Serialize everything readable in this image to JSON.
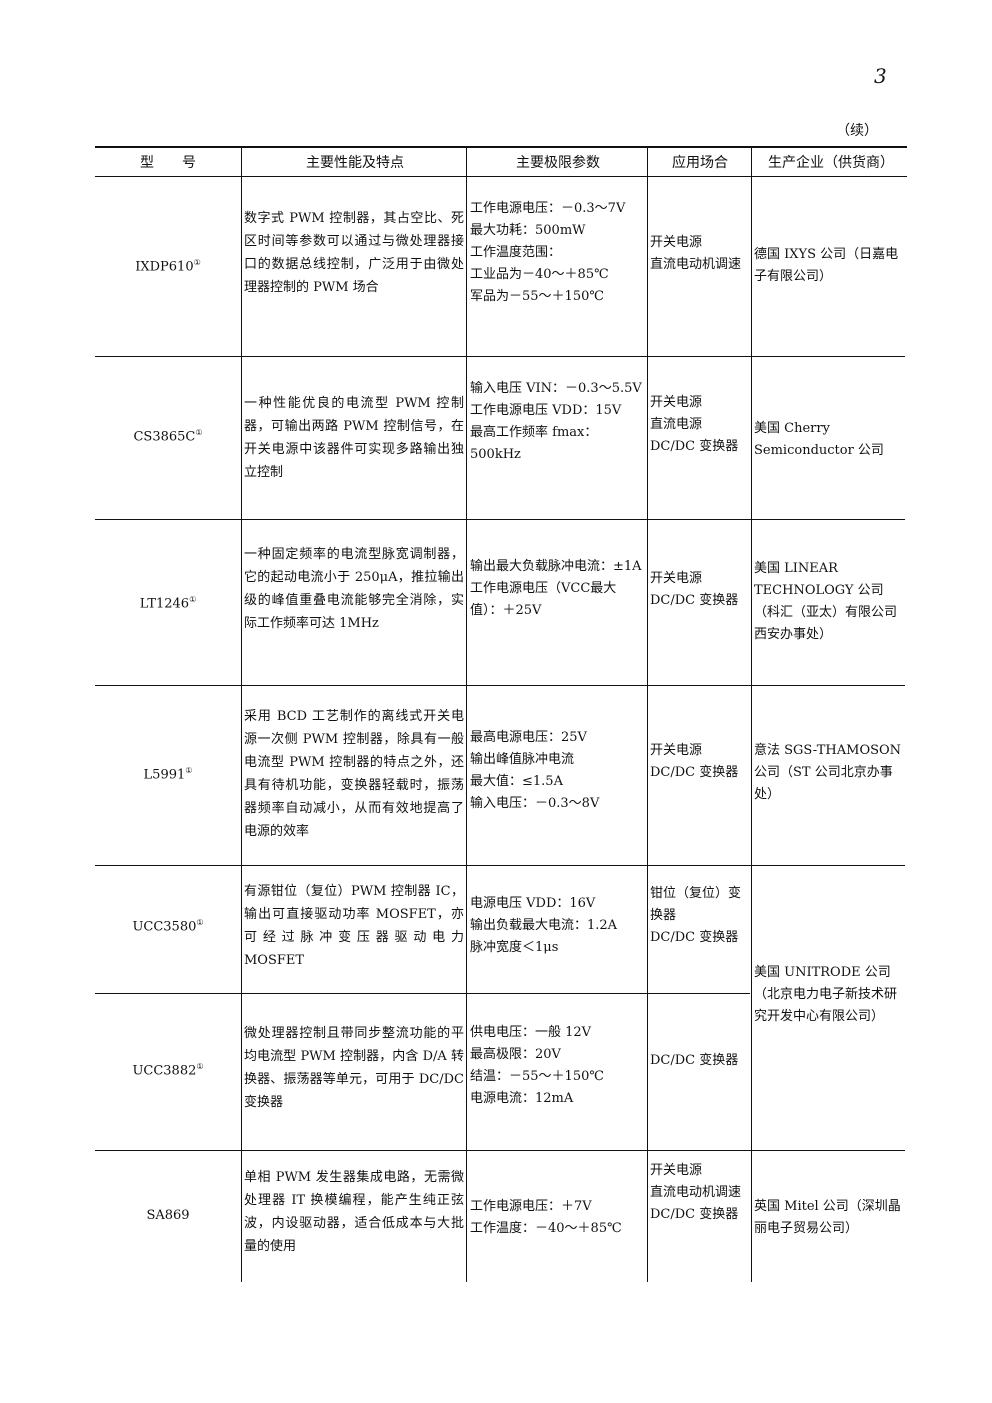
{
  "page_number": "3",
  "continuation": "（续）",
  "headers": {
    "model": "型　　号",
    "features": "主要性能及特点",
    "params": "主要极限参数",
    "application": "应用场合",
    "manufacturer": "生产企业（供货商）"
  },
  "rows": [
    {
      "model": "IXDP610",
      "note": "①",
      "features": "数字式 PWM 控制器，其占空比、死区时间等参数可以通过与微处理器接口的数据总线控制，广泛用于由微处理器控制的 PWM 场合",
      "params": [
        "工作电源电压：－0.3～7V",
        "最大功耗：500mW",
        "工作温度范围：",
        "工业品为－40～＋85℃",
        "军品为－55～＋150℃"
      ],
      "application": [
        "开关电源",
        "直流电动机调速"
      ],
      "manufacturer": "德国 IXYS 公司（日嘉电子有限公司）"
    },
    {
      "model": "CS3865C",
      "note": "①",
      "features": "一种性能优良的电流型 PWM 控制器，可输出两路 PWM 控制信号，在开关电源中该器件可实现多路输出独立控制",
      "params": [
        "输入电压 VIN：－0.3～5.5V",
        "工作电源电压 VDD：15V",
        "最高工作频率 fmax：500kHz"
      ],
      "application": [
        "开关电源",
        "直流电源",
        "DC/DC 变换器"
      ],
      "manufacturer": "美国 Cherry Semiconductor 公司"
    },
    {
      "model": "LT1246",
      "note": "①",
      "features": "一种固定频率的电流型脉宽调制器，它的起动电流小于 250μA，推拉输出级的峰值重叠电流能够完全消除，实际工作频率可达 1MHz",
      "params": [
        "输出最大负载脉冲电流：±1A",
        "工作电源电压（VCC最大值）：＋25V"
      ],
      "application": [
        "开关电源",
        "DC/DC 变换器"
      ],
      "manufacturer": "美国 LINEAR TECHNOLOGY 公司（科汇（亚太）有限公司西安办事处）"
    },
    {
      "model": "L5991",
      "note": "①",
      "features": "采用 BCD 工艺制作的离线式开关电源一次侧 PWM 控制器，除具有一般电流型 PWM 控制器的特点之外，还具有待机功能，变换器轻载时，振荡器频率自动减小，从而有效地提高了电源的效率",
      "params": [
        "最高电源电压：25V",
        "输出峰值脉冲电流",
        "最大值：≤1.5A",
        "输入电压：－0.3～8V"
      ],
      "application": [
        "开关电源",
        "DC/DC 变换器"
      ],
      "manufacturer": "意法 SGS-THAMOSON 公司（ST 公司北京办事处）"
    },
    {
      "model": "UCC3580",
      "note": "①",
      "features": "有源钳位（复位）PWM 控制器 IC，输出可直接驱动功率 MOSFET，亦可经过脉冲变压器驱动电力 MOSFET",
      "params": [
        "电源电压 VDD：16V",
        "输出负载最大电流：1.2A",
        "脉冲宽度＜1μs"
      ],
      "application": [
        "钳位（复位）变换器",
        "DC/DC 变换器"
      ]
    },
    {
      "model": "UCC3882",
      "note": "①",
      "features": "微处理器控制且带同步整流功能的平均电流型 PWM 控制器，内含 D/A 转换器、振荡器等单元，可用于 DC/DC 变换器",
      "params": [
        "供电电压：一般 12V",
        "最高极限：20V",
        "结温：－55～＋150℃",
        "电源电流：12mA"
      ],
      "application": [
        "DC/DC 变换器"
      ]
    },
    {
      "model": "SA869",
      "note": "",
      "features": "单相 PWM 发生器集成电路，无需微处理器 IT 换模编程，能产生纯正弦波，内设驱动器，适合低成本与大批量的使用",
      "params": [
        "工作电源电压：＋7V",
        "工作温度：－40～＋85℃"
      ],
      "application": [
        "开关电源",
        "直流电动机调速",
        "DC/DC 变换器"
      ],
      "manufacturer": "英国 Mitel 公司（深圳晶丽电子贸易公司）"
    }
  ],
  "shared_manufacturer": "美国 UNITRODE 公司（北京电力电子新技术研究开发中心有限公司）"
}
